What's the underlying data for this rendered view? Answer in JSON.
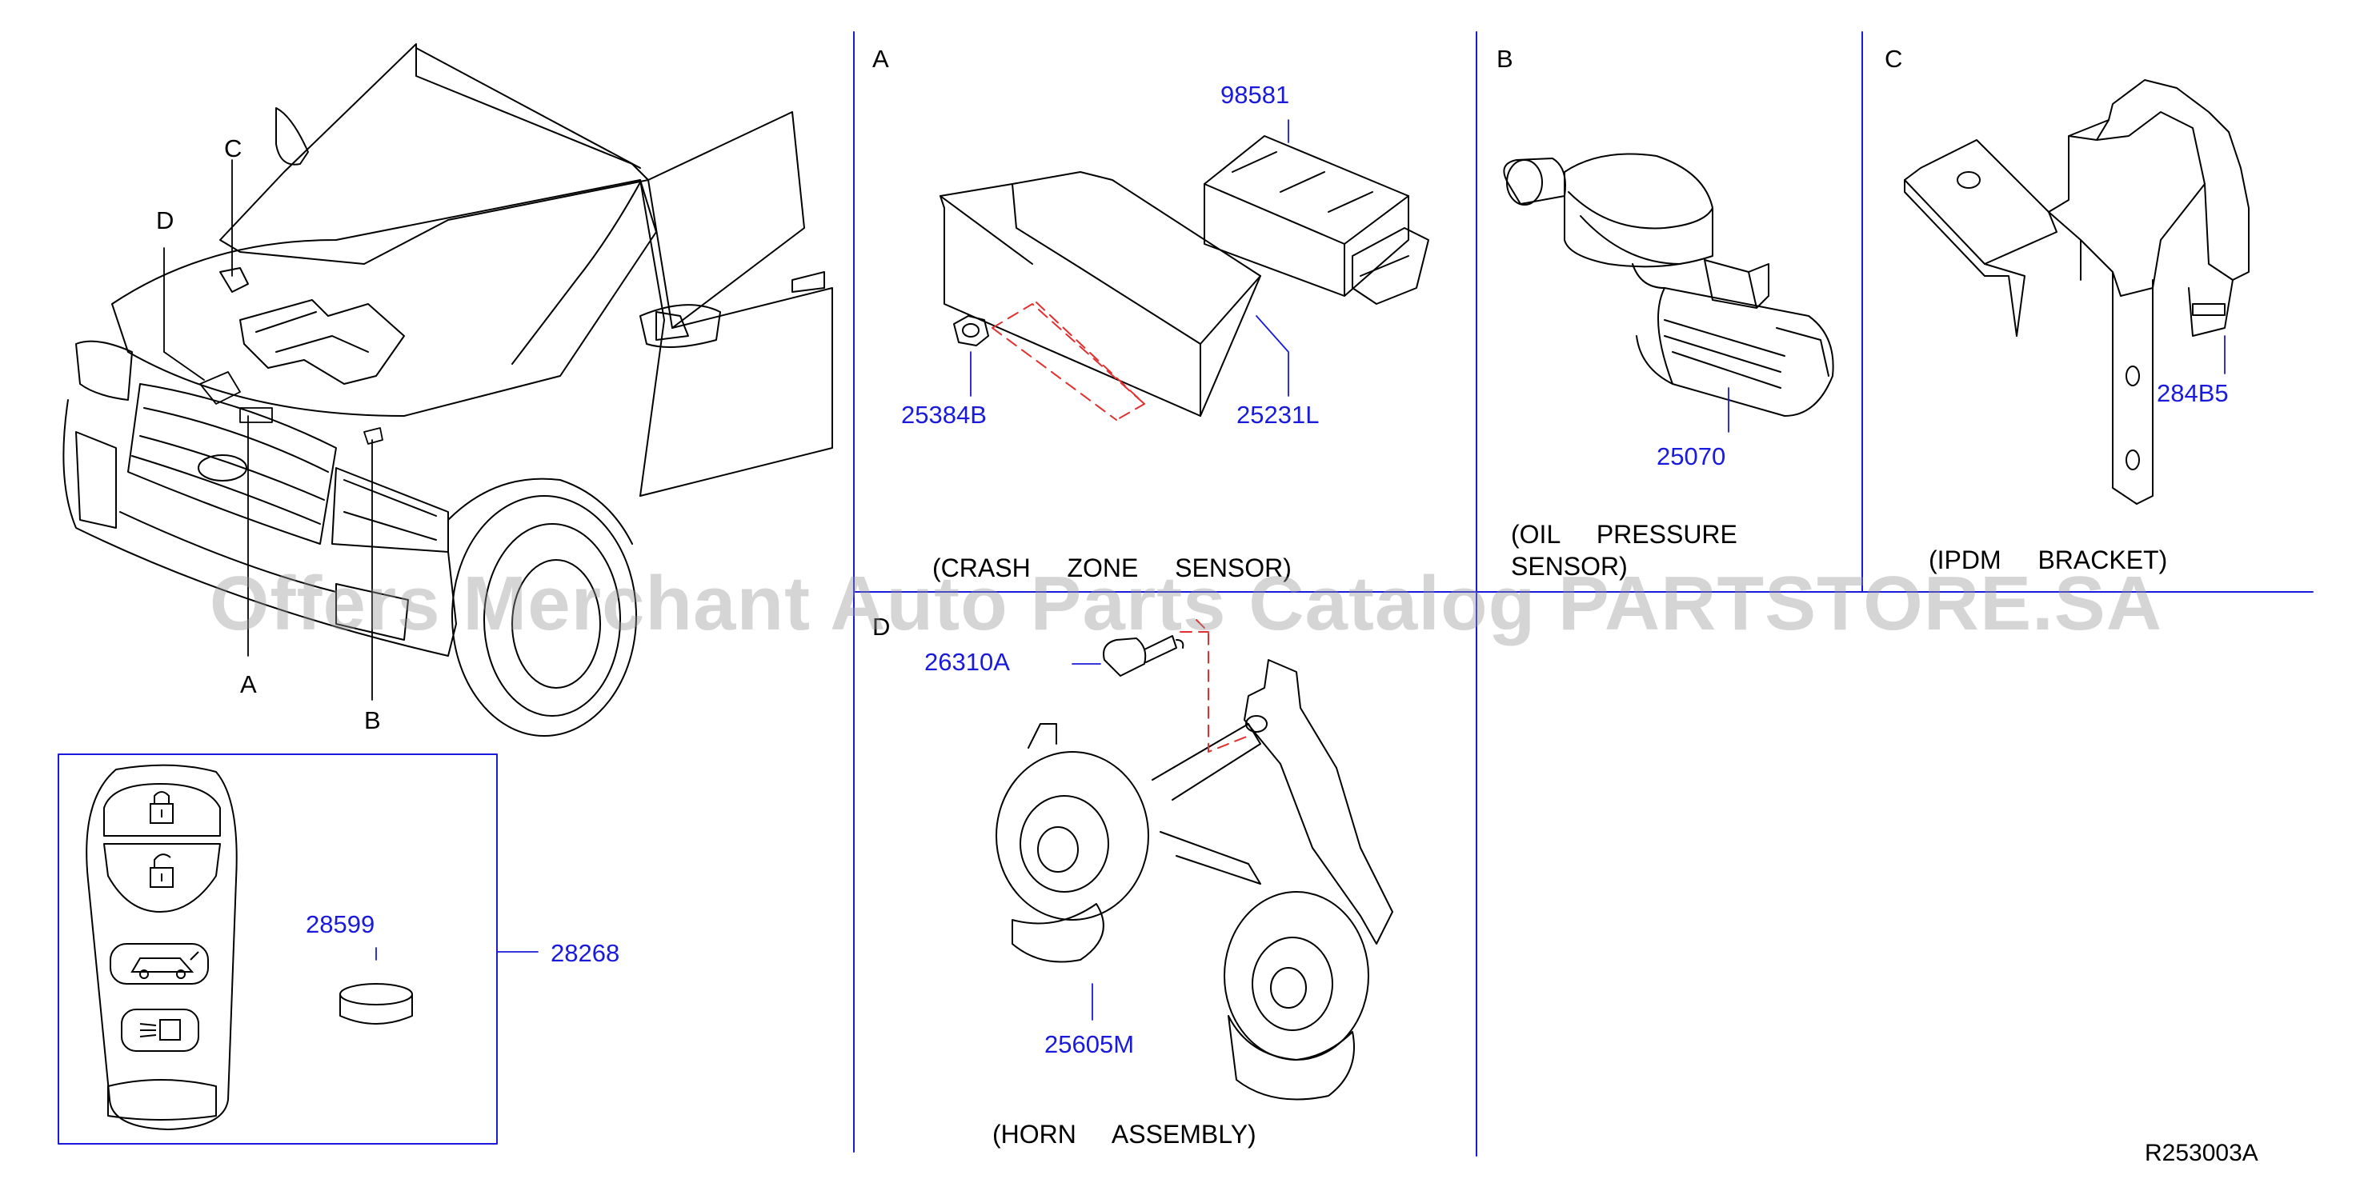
{
  "view_labels": {
    "A": "A",
    "B": "B",
    "C": "C",
    "D": "D"
  },
  "sections": {
    "A": {
      "letter": "A",
      "caption": "(CRASH  ZONE  SENSOR)"
    },
    "B": {
      "letter": "B",
      "caption_line1": "(OIL  PRESSURE",
      "caption_line2": "SENSOR)"
    },
    "C": {
      "letter": "C",
      "caption": "(IPDM  BRACKET)"
    },
    "D": {
      "letter": "D",
      "caption": "(HORN  ASSEMBLY)"
    }
  },
  "part_numbers": {
    "p98581": "98581",
    "p25384B": "25384B",
    "p25231L": "25231L",
    "p25070": "25070",
    "p284B5": "284B5",
    "p26310A": "26310A",
    "p25605M": "25605M",
    "p28599": "28599",
    "p28268": "28268"
  },
  "reference_code": "R253003A",
  "watermark": "Offers Merchant Auto Parts Catalog PARTSTORE.SA",
  "colors": {
    "part_number": "#1a1adc",
    "leader_blue": "#1a1adc",
    "hidden_line": "#e03030",
    "line": "#000000"
  },
  "icons": [
    "lock-icon",
    "unlock-icon",
    "liftgate-icon",
    "panic-lamp-icon"
  ]
}
